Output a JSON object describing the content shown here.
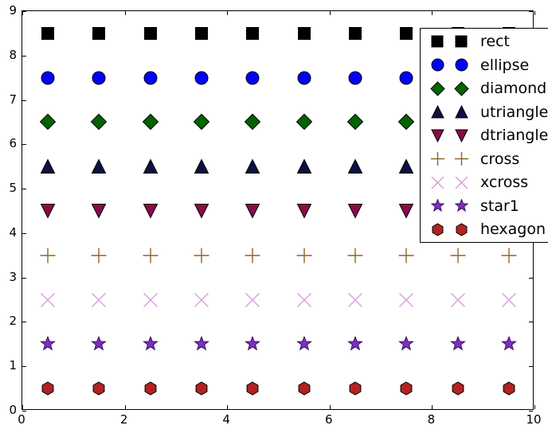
{
  "chart_data": {
    "type": "scatter",
    "title": "",
    "xlabel": "",
    "ylabel": "",
    "xlim": [
      0,
      10
    ],
    "ylim": [
      0,
      9
    ],
    "grid": false,
    "legend_position": "upper right",
    "xticks": [
      "0",
      "2",
      "4",
      "6",
      "8",
      "10"
    ],
    "xtick_values": [
      0,
      2,
      4,
      6,
      8,
      10
    ],
    "yticks": [
      "0",
      "1",
      "2",
      "3",
      "4",
      "5",
      "6",
      "7",
      "8",
      "9"
    ],
    "ytick_values": [
      0,
      1,
      2,
      3,
      4,
      5,
      6,
      7,
      8,
      9
    ],
    "x": [
      0.5,
      1.5,
      2.5,
      3.5,
      4.5,
      5.5,
      6.5,
      7.5,
      8.5,
      9.5
    ],
    "series": [
      {
        "name": "rect",
        "marker": "square",
        "color": "#000000",
        "edgecolor": "#000000",
        "y": 8.5,
        "values": [
          8.5,
          8.5,
          8.5,
          8.5,
          8.5,
          8.5,
          8.5,
          8.5,
          8.5,
          8.5
        ]
      },
      {
        "name": "ellipse",
        "marker": "circle",
        "color": "#0000ff",
        "edgecolor": "#000000",
        "y": 7.5,
        "values": [
          7.5,
          7.5,
          7.5,
          7.5,
          7.5,
          7.5,
          7.5,
          7.5,
          7.5,
          7.5
        ]
      },
      {
        "name": "diamond",
        "marker": "diamond",
        "color": "#006400",
        "edgecolor": "#000000",
        "y": 6.5,
        "values": [
          6.5,
          6.5,
          6.5,
          6.5,
          6.5,
          6.5,
          6.5,
          6.5,
          6.5,
          6.5
        ]
      },
      {
        "name": "utriangle",
        "marker": "triangle-up",
        "color": "#0d1044",
        "edgecolor": "#000000",
        "y": 5.5,
        "values": [
          5.5,
          5.5,
          5.5,
          5.5,
          5.5,
          5.5,
          5.5,
          5.5,
          5.5,
          5.5
        ]
      },
      {
        "name": "dtriangle",
        "marker": "triangle-down",
        "color": "#8b0a4a",
        "edgecolor": "#000000",
        "y": 4.5,
        "values": [
          4.5,
          4.5,
          4.5,
          4.5,
          4.5,
          4.5,
          4.5,
          4.5,
          4.5,
          4.5
        ]
      },
      {
        "name": "cross",
        "marker": "plus",
        "color": "#8b6528",
        "edgecolor": "#8b6528",
        "y": 3.5,
        "values": [
          3.5,
          3.5,
          3.5,
          3.5,
          3.5,
          3.5,
          3.5,
          3.5,
          3.5,
          3.5
        ]
      },
      {
        "name": "xcross",
        "marker": "x",
        "color": "#d9a0d9",
        "edgecolor": "#d9a0d9",
        "y": 2.5,
        "values": [
          2.5,
          2.5,
          2.5,
          2.5,
          2.5,
          2.5,
          2.5,
          2.5,
          2.5,
          2.5
        ]
      },
      {
        "name": "star1",
        "marker": "star",
        "color": "#7b2fbe",
        "edgecolor": "#3b1060",
        "y": 1.5,
        "values": [
          1.5,
          1.5,
          1.5,
          1.5,
          1.5,
          1.5,
          1.5,
          1.5,
          1.5,
          1.5
        ]
      },
      {
        "name": "hexagon",
        "marker": "hexagon",
        "color": "#b22222",
        "edgecolor": "#000000",
        "y": 0.5,
        "values": [
          0.5,
          0.5,
          0.5,
          0.5,
          0.5,
          0.5,
          0.5,
          0.5,
          0.5,
          0.5
        ]
      }
    ],
    "legend_entries": [
      "rect",
      "ellipse",
      "diamond",
      "utriangle",
      "dtriangle",
      "cross",
      "xcross",
      "star1",
      "hexagon"
    ]
  },
  "figure": {
    "background_color": "#ffffff",
    "axes_edge_color": "#000000"
  }
}
